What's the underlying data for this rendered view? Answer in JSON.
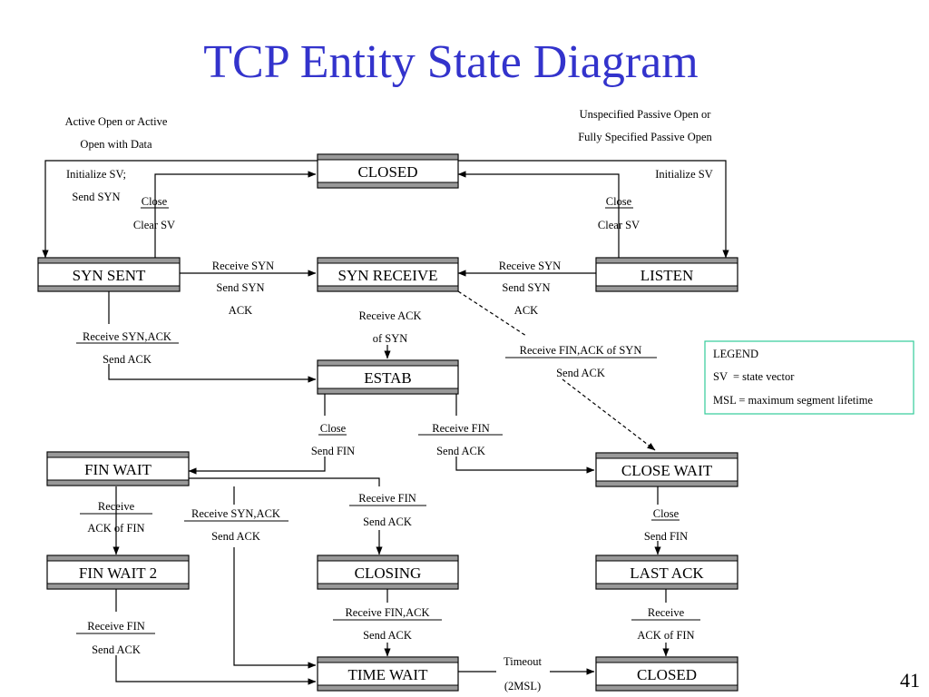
{
  "title": "TCP Entity State Diagram",
  "page_number": "41",
  "states": {
    "closed": "CLOSED",
    "syn_sent": "SYN SENT",
    "syn_receive": "SYN RECEIVE",
    "listen": "LISTEN",
    "estab": "ESTAB",
    "fin_wait": "FIN WAIT",
    "close_wait": "CLOSE WAIT",
    "fin_wait_2": "FIN WAIT 2",
    "closing": "CLOSING",
    "last_ack": "LAST ACK",
    "time_wait": "TIME WAIT",
    "closed_end": "CLOSED"
  },
  "transitions": {
    "active_open_1": "Active Open or Active",
    "active_open_2": "Open with Data",
    "init_sv_syn_1": "Initialize SV;",
    "init_sv_syn_2": "Send SYN",
    "passive_open_1": "Unspecified Passive Open or",
    "passive_open_2": "Fully Specified Passive Open",
    "init_sv": "Initialize SV",
    "close_left_event": "Close",
    "close_left_action": "Clear SV",
    "close_right_event": "Close",
    "close_right_action": "Clear SV",
    "synsent_synrecv_1": "Receive SYN",
    "synsent_synrecv_2": "Send SYN",
    "synsent_synrecv_3": "ACK",
    "listen_synrecv_1": "Receive SYN",
    "listen_synrecv_2": "Send SYN",
    "listen_synrecv_3": "ACK",
    "synrecv_estab_1": "Receive ACK",
    "synrecv_estab_2": "of SYN",
    "synsent_estab_event": "Receive SYN,ACK",
    "synsent_estab_action": "Send ACK",
    "synrecv_closewait_event": "Receive FIN,ACK of SYN",
    "synrecv_closewait_action": "Send ACK",
    "estab_finwait_event": "Close",
    "estab_finwait_action": "Send FIN",
    "estab_closewait_event": "Receive FIN",
    "estab_closewait_action": "Send ACK",
    "finwait_finwait2_event": "Receive",
    "finwait_finwait2_action": "ACK of FIN",
    "finwait_timewait_event": "Receive SYN,ACK",
    "finwait_timewait_action": "Send ACK",
    "finwait_closing_event": "Receive FIN",
    "finwait_closing_action": "Send ACK",
    "closewait_lastack_event": "Close",
    "closewait_lastack_action": "Send FIN",
    "finwait2_timewait_event": "Receive FIN",
    "finwait2_timewait_action": "Send ACK",
    "closing_timewait_event": "Receive FIN,ACK",
    "closing_timewait_action": "Send ACK",
    "lastack_closed_event": "Receive",
    "lastack_closed_action": "ACK of FIN",
    "timeout_1": "Timeout",
    "timeout_2": "(2MSL)"
  },
  "legend": {
    "heading": "LEGEND",
    "sv": "SV  = state vector",
    "msl": "MSL = maximum segment lifetime",
    "border_color": "#33cc99"
  },
  "colors": {
    "title": "#3333cc",
    "state_bar": "#999999"
  }
}
